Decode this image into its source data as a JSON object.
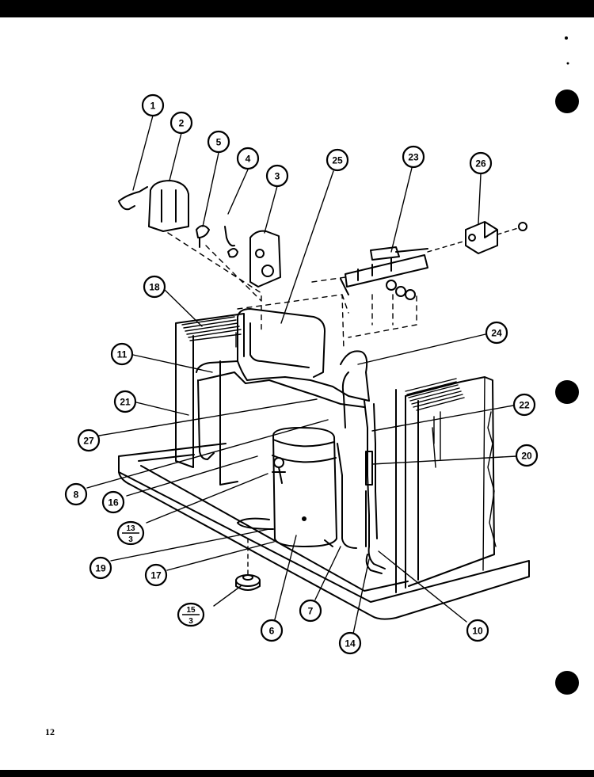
{
  "page_number": "12",
  "callouts": [
    {
      "id": "c1",
      "label": "1"
    },
    {
      "id": "c2",
      "label": "2"
    },
    {
      "id": "c3",
      "label": "3"
    },
    {
      "id": "c4",
      "label": "4"
    },
    {
      "id": "c5",
      "label": "5"
    },
    {
      "id": "c6",
      "label": "6"
    },
    {
      "id": "c7",
      "label": "7"
    },
    {
      "id": "c8",
      "label": "8"
    },
    {
      "id": "c10",
      "label": "10"
    },
    {
      "id": "c11",
      "label": "11"
    },
    {
      "id": "c14",
      "label": "14"
    },
    {
      "id": "c16",
      "label": "16"
    },
    {
      "id": "c17",
      "label": "17"
    },
    {
      "id": "c18",
      "label": "18"
    },
    {
      "id": "c19",
      "label": "19"
    },
    {
      "id": "c20",
      "label": "20"
    },
    {
      "id": "c21",
      "label": "21"
    },
    {
      "id": "c22",
      "label": "22"
    },
    {
      "id": "c23",
      "label": "23"
    },
    {
      "id": "c24",
      "label": "24"
    },
    {
      "id": "c25",
      "label": "25"
    },
    {
      "id": "c26",
      "label": "26"
    },
    {
      "id": "c27",
      "label": "27"
    }
  ],
  "fraction_callouts": [
    {
      "id": "f13",
      "numerator": "13",
      "denominator": "3"
    },
    {
      "id": "f15",
      "numerator": "15",
      "denominator": "3"
    }
  ]
}
